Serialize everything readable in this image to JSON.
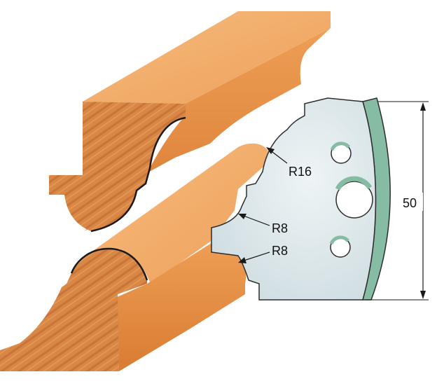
{
  "labels": {
    "r16": "R16",
    "r8_top": "R8",
    "r8_bottom": "R8",
    "height": "50"
  },
  "colors": {
    "wood_top": "#f3ad6a",
    "wood_side": "#e48a3a",
    "wood_end": "#d88542",
    "wood_edge": "#b9652a",
    "knife_face": "#dbe7ea",
    "knife_edge": "#86bca3",
    "outline": "#1a1a1a"
  }
}
